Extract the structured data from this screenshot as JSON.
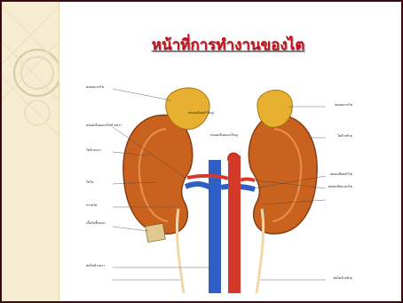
{
  "slide": {
    "title": "หน้าที่การทำงานของไต",
    "labels": [
      "ต่อมหมวกไต",
      "หลอดเลือดแดงไตข้างขวา",
      "ไตข้างขวา",
      "ไขไต",
      "กรวยไต",
      "เนื้อไตชั้นนอก",
      "หลอดเลือดดำใหญ่",
      "หลอดเลือดแดงใหญ่",
      "ท่อไตข้างขวา",
      "ต่อมหมวกไต",
      "ไตข้างซ้าย",
      "หลอดเลือดดำไต",
      "หลอดเลือดแดงไต",
      "ท่อไตข้างซ้าย"
    ]
  },
  "colors": {
    "title": "#c0101a",
    "border": "#3a0a12",
    "panel": "#f6ecd2",
    "kidney": "#c8621e",
    "adrenal": "#e8b030",
    "vein": "#2f5fc4",
    "artery": "#d43a2a"
  }
}
